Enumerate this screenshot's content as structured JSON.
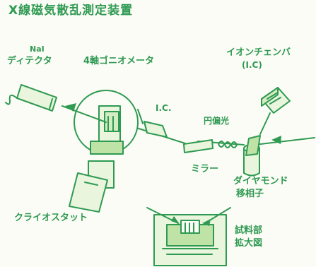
{
  "title": "X線磁気散乱測定装置",
  "labels": {
    "nai_line1": "NaI",
    "nai_line2": "ディテクタ",
    "goniometer": "4軸ゴニオメータ",
    "ion_chamber_line1": "イオンチェンバ",
    "ion_chamber_line2": "(I.C)",
    "ic": "I.C.",
    "circular_polarization": "円偏光",
    "mirror": "ミラー",
    "diamond_line1": "ダイヤモンド",
    "diamond_line2": "移相子",
    "cryostat": "クライオスタット",
    "sample_line1": "試料部",
    "sample_line2": "拡大図"
  },
  "colors": {
    "line": "#2f9a52",
    "fill_light": "#e9f5dc",
    "fill_mid": "#bfe3a6",
    "background": "#fcfcf6"
  }
}
